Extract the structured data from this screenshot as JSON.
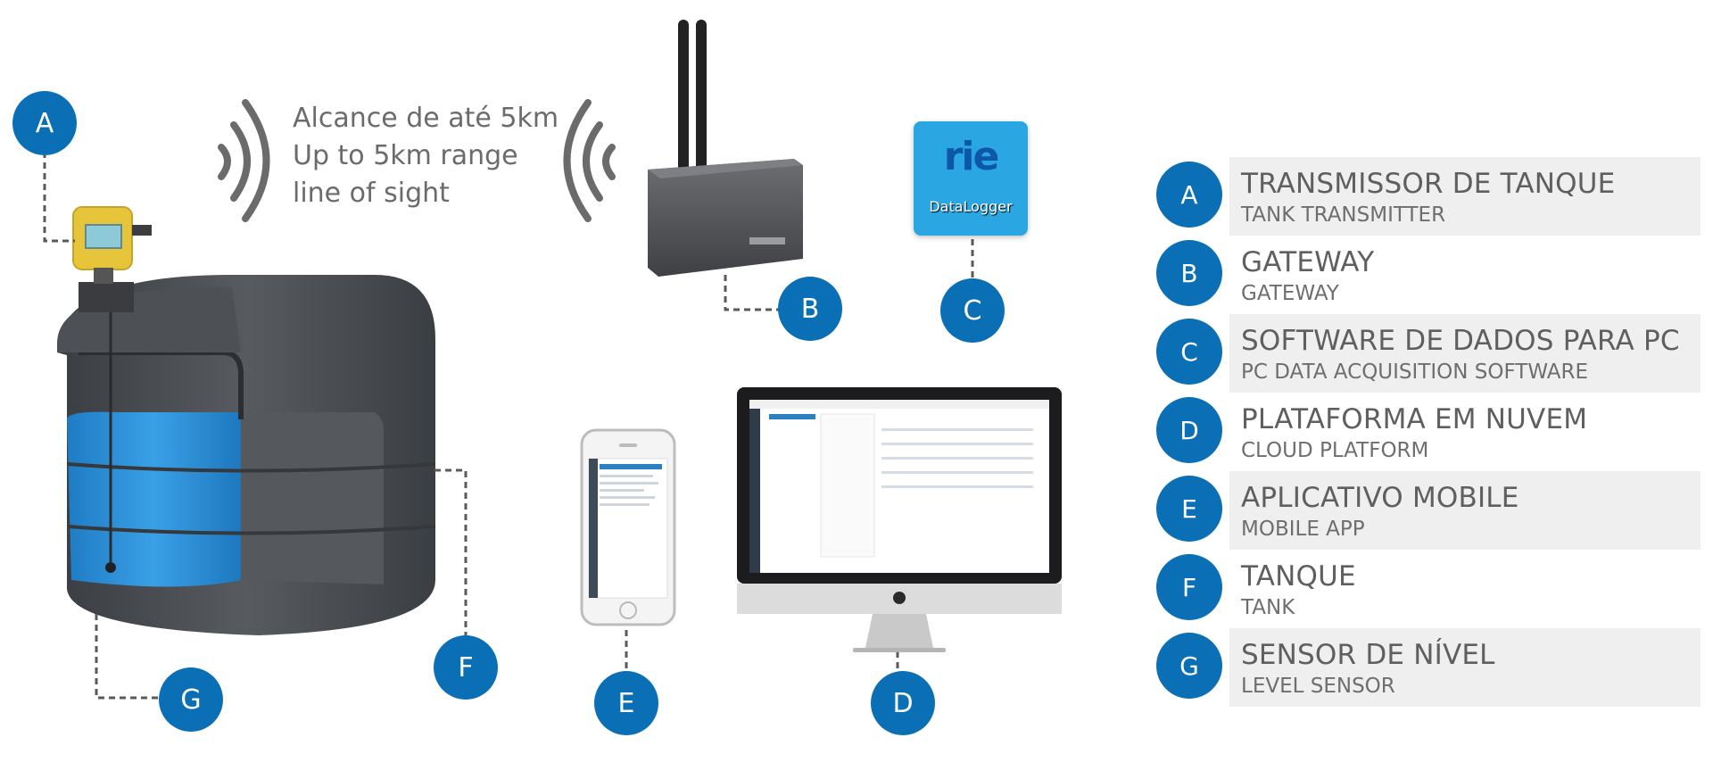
{
  "range_text": {
    "line1": "Alcance de até 5km",
    "line2": "Up to 5km range",
    "line3": "line of sight"
  },
  "callouts": {
    "a": "A",
    "b": "B",
    "c": "C",
    "d": "D",
    "e": "E",
    "f": "F",
    "g": "G"
  },
  "software_icon": {
    "logo": "rie",
    "label": "DataLogger"
  },
  "legend": [
    {
      "letter": "A",
      "pt": "TRANSMISSOR DE TANQUE",
      "en": "TANK TRANSMITTER"
    },
    {
      "letter": "B",
      "pt": "GATEWAY",
      "en": "GATEWAY"
    },
    {
      "letter": "C",
      "pt": "SOFTWARE DE DADOS PARA PC",
      "en": "PC DATA ACQUISITION SOFTWARE"
    },
    {
      "letter": "D",
      "pt": "PLATAFORMA EM NUVEM",
      "en": "CLOUD PLATFORM"
    },
    {
      "letter": "E",
      "pt": "APLICATIVO MOBILE",
      "en": "MOBILE APP"
    },
    {
      "letter": "F",
      "pt": "TANQUE",
      "en": "TANK"
    },
    {
      "letter": "G",
      "pt": "SENSOR DE NÍVEL",
      "en": "LEVEL SENSOR"
    }
  ],
  "colors": {
    "badge": "#0b6fb5",
    "tank": "#4a4d52",
    "water": "#2f8fd6",
    "legend_shade": "#efefef"
  }
}
